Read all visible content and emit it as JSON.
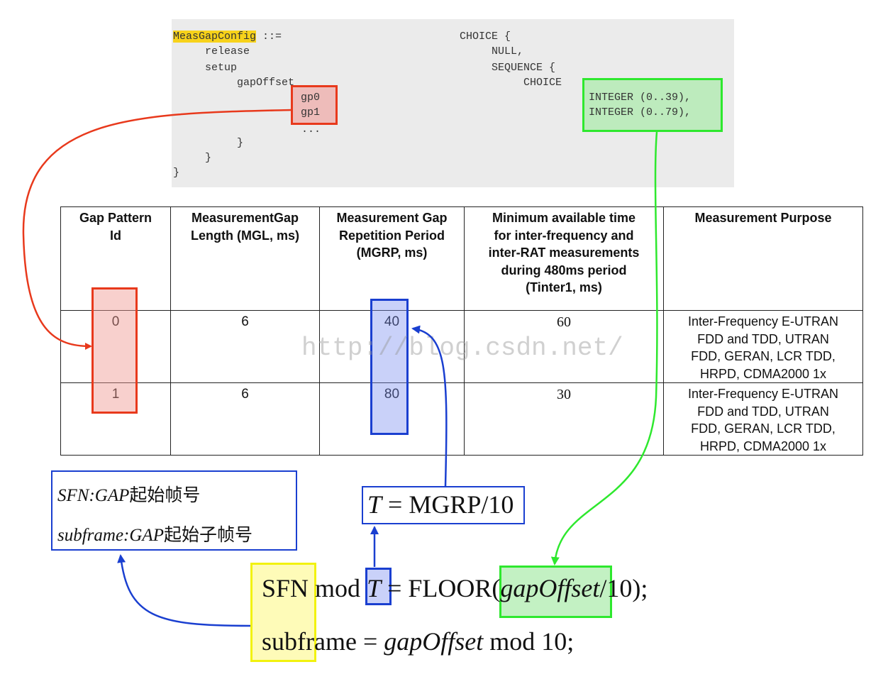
{
  "code": {
    "type_name": "MeasGapConfig",
    "assign": " ::=",
    "choice_open": "CHOICE {",
    "release": "release",
    "null_value": "NULL,",
    "setup": "setup",
    "sequence_open": "SEQUENCE {",
    "gap_offset": "gapOffset",
    "choice": "CHOICE",
    "gp0": "gp0",
    "gp1": "gp1",
    "int0": "INTEGER (0..39),",
    "int1": "INTEGER (0..79),",
    "ellipsis": "...",
    "close1": "}",
    "close2": "}",
    "close3": "}"
  },
  "table": {
    "headers": [
      "Gap Pattern Id",
      "MeasurementGap Length (MGL, ms)",
      "Measurement Gap Repetition Period (MGRP, ms)",
      "Minimum available time for inter-frequency and inter-RAT measurements during 480ms period (Tinter1, ms)",
      "Measurement Purpose"
    ],
    "header_lines": [
      [
        "Gap Pattern",
        "Id"
      ],
      [
        "MeasurementGap",
        "Length (MGL, ms)"
      ],
      [
        "Measurement Gap",
        "Repetition Period",
        "(MGRP, ms)"
      ],
      [
        "Minimum available time",
        "for inter-frequency and",
        "inter-RAT measurements",
        "during 480ms period",
        "(Tinter1, ms)"
      ],
      [
        "Measurement Purpose"
      ]
    ],
    "rows": [
      {
        "id": "0",
        "mgl": "6",
        "mgrp": "40",
        "tinter": "60",
        "purpose": [
          "Inter-Frequency E-UTRAN",
          "FDD and TDD, UTRAN",
          "FDD, GERAN, LCR TDD,",
          "HRPD, CDMA2000 1x"
        ]
      },
      {
        "id": "1",
        "mgl": "6",
        "mgrp": "80",
        "tinter": "30",
        "purpose": [
          "Inter-Frequency E-UTRAN",
          "FDD and TDD, UTRAN",
          "FDD, GERAN, LCR TDD,",
          "HRPD, CDMA2000 1x"
        ]
      }
    ]
  },
  "watermark": "http://blog.csdn.net/",
  "legend": {
    "line1_italic": "SFN:GAP",
    "line1_rest": "起始帧号",
    "line2_italic": "subframe:GAP",
    "line2_rest": "起始子帧号"
  },
  "t_formula": {
    "t": "T",
    "rest": " = MGRP/10"
  },
  "formula1": {
    "sfn": "SFN",
    "mod": " mod ",
    "t": "T",
    "eq": " = FLOOR(",
    "gap_offset": "gapOffset",
    "tail": "/10);"
  },
  "formula2": {
    "subframe": "subframe",
    "eq": " = ",
    "gap_offset": "gapOffset",
    "tail": " mod 10;"
  },
  "colors": {
    "red": "#e8391c",
    "red_fill": "#f6c6c3",
    "blue": "#1a3fd0",
    "blue_fill": "#c3ccf6",
    "green": "#2ee82e",
    "green_fill": "#c3f0c3",
    "yellow": "#f2f20e",
    "yellow_fill": "#fdfbbd",
    "code_bg": "#ebebeb",
    "code_highlight": "#f7d21a"
  }
}
